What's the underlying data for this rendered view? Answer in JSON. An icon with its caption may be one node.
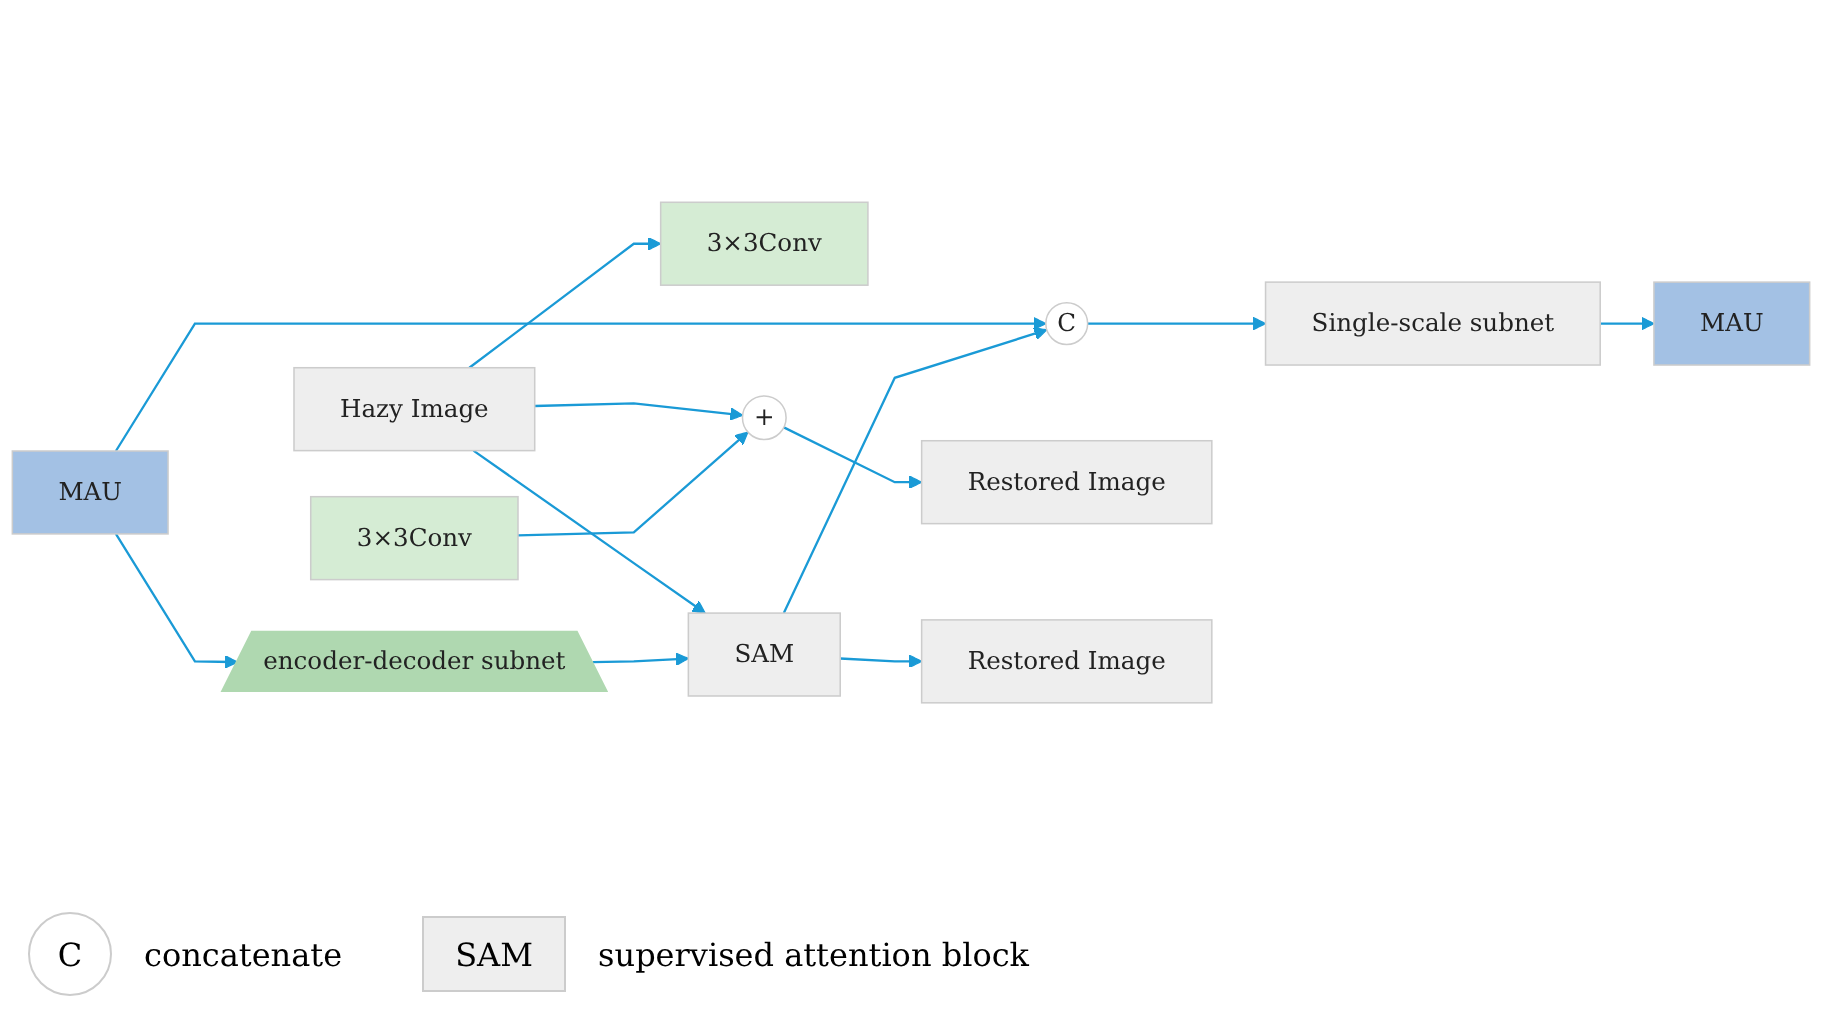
{
  "diagram": {
    "nodes": [
      {
        "text": [
          "Hazy Image"
        ]
      },
      {
        "text": [
          "3×3Conv"
        ]
      },
      {
        "text": [
          "MAU"
        ]
      },
      {
        "text": [
          "C"
        ]
      },
      {
        "text": [
          "Single-scale subnet"
        ]
      },
      {
        "text": [
          "MAU"
        ]
      },
      {
        "text": [
          "3×3Conv"
        ]
      },
      {
        "text": [
          "+"
        ]
      },
      {
        "text": [
          "Restored Image"
        ]
      },
      {
        "text": [
          "encoder-decoder subnet"
        ]
      },
      {
        "text": [
          "SAM"
        ]
      },
      {
        "text": [
          "Restored Image"
        ]
      }
    ],
    "edges": [
      {
        "from": 0,
        "to": 1,
        "arrow": "to"
      },
      {
        "from": 0,
        "to": 7,
        "arrow": "to"
      },
      {
        "from": 0,
        "to": 10,
        "arrow": "to"
      },
      {
        "from": 2,
        "to": 3,
        "arrow": "to"
      },
      {
        "from": 2,
        "to": 9,
        "arrow": "to"
      },
      {
        "from": 3,
        "to": 4,
        "arrow": "to"
      },
      {
        "from": 4,
        "to": 5,
        "arrow": "to"
      },
      {
        "from": 6,
        "to": 7,
        "arrow": "to"
      },
      {
        "from": 7,
        "to": 8,
        "arrow": "to"
      },
      {
        "from": 9,
        "to": 10,
        "arrow": "to"
      },
      {
        "from": 10,
        "to": 3,
        "arrow": "to"
      },
      {
        "from": 10,
        "to": 11,
        "arrow": "to"
      }
    ],
    "labels": [
      "C",
      "SAM"
    ],
    "legend": [
      {
        "text": "concatenate"
      },
      {
        "text": "supervised attention block"
      }
    ]
  }
}
